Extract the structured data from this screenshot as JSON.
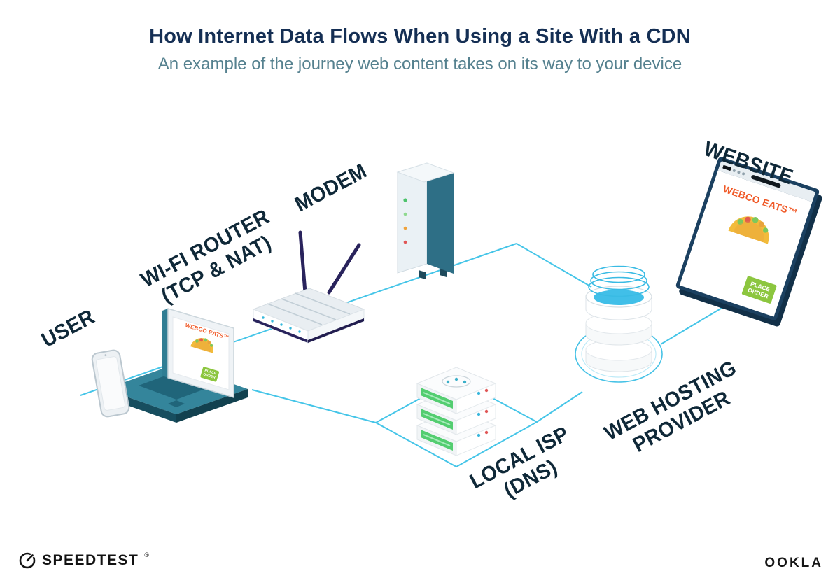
{
  "header": {
    "title": "How Internet Data Flows When Using a Site With a CDN",
    "subtitle": "An example of the journey web content takes on its way to your device"
  },
  "diagram": {
    "nodes": {
      "user": {
        "label": "USER"
      },
      "router": {
        "label": "WI-FI ROUTER",
        "sublabel": "(TCP & NAT)"
      },
      "modem": {
        "label": "MODEM"
      },
      "isp": {
        "label": "LOCAL ISP",
        "sublabel": "(DNS)"
      },
      "hosting": {
        "label": "WEB HOSTING",
        "sublabel": "PROVIDER"
      },
      "website": {
        "label": "WEBSITE"
      }
    },
    "screen": {
      "brand": "WEBCO EATS™",
      "order_button": "PLACE ORDER"
    },
    "colors": {
      "connection_line": "#45C5E8",
      "label_text": "#0F2838",
      "title_text": "#152F54",
      "subtitle_text": "#55818F",
      "device_teal": "#2E7D95",
      "device_navy": "#29235C",
      "browser_frame_navy": "#1B4060",
      "brand_orange": "#F05A28",
      "order_button_green": "#8CC63F",
      "server_panel_green": "#53CD70",
      "led_red": "#E05656",
      "led_blue": "#38B6DC",
      "water_blue": "#41BFE8"
    }
  },
  "footer": {
    "speedtest": {
      "label": "SPEEDTEST",
      "mark": "®"
    },
    "ookla": "OOKLA"
  }
}
